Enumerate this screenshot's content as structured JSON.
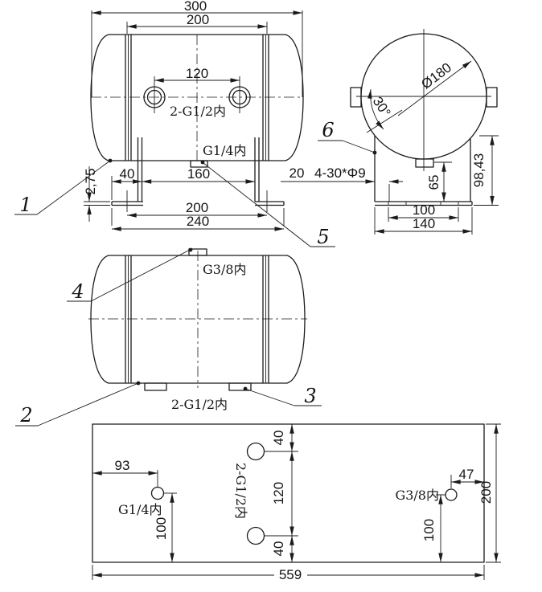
{
  "drawing": {
    "front_view": {
      "overall_length": "300",
      "strap_spacing": "200",
      "port_spacing": "120",
      "ports_label": "2-G1/2内",
      "drain_label": "G1/4内",
      "foot_thickness": "2,75",
      "foot_width": "40",
      "feet_spacing": "160",
      "slot_edge_offset": "20",
      "slots_label": "4-30*Φ9",
      "slot_centers_span": "200",
      "base_overall": "240"
    },
    "end_view": {
      "diameter": "Ø180",
      "angle": "30°",
      "port_height": "65",
      "bracket_height": "98,43",
      "slot_spacing": "100",
      "base_width": "140"
    },
    "profile_view": {
      "top_port_label": "G3/8内",
      "bottom_ports_label": "2-G1/2内"
    },
    "layout_view": {
      "drain_offset": "93",
      "drain_label": "G1/4内",
      "drain_bottom_offset": "100",
      "ports_label": "2-G1/2内",
      "top_margin": "40",
      "port_spacing": "120",
      "bottom_margin": "40",
      "vent_label": "G3/8内",
      "vent_edge_offset": "47",
      "vent_bottom_offset": "100",
      "plate_width": "200",
      "plate_length": "559"
    },
    "callouts": {
      "c1": "1",
      "c2": "2",
      "c3": "3",
      "c4": "4",
      "c5": "5",
      "c6": "6"
    }
  }
}
